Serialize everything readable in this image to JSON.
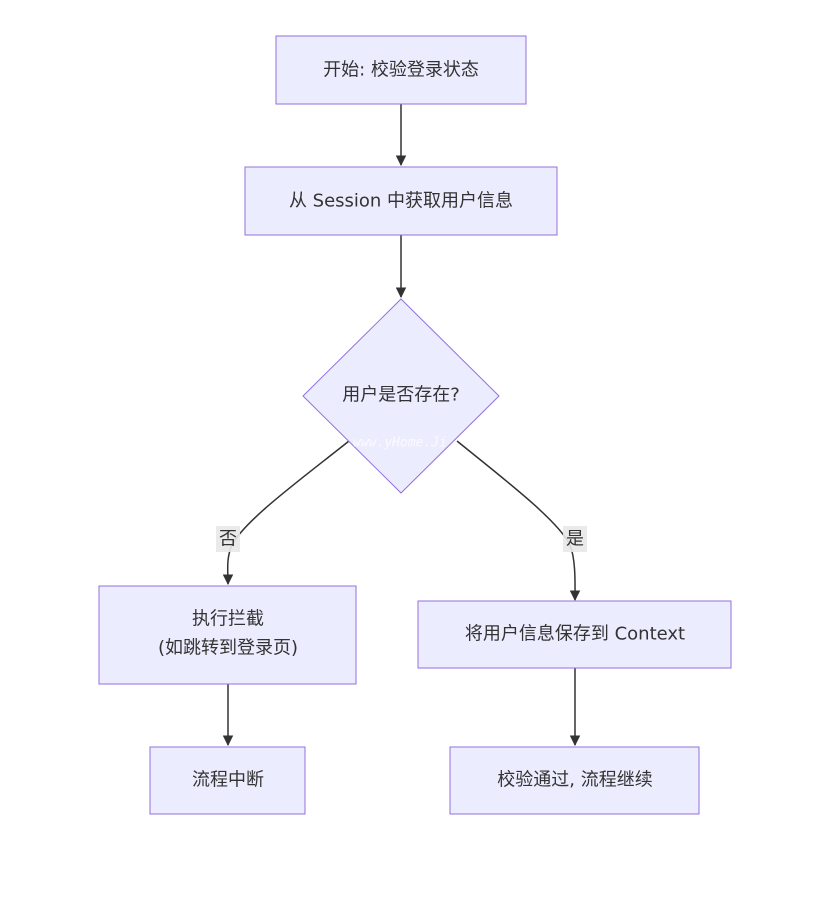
{
  "diagram": {
    "nodes": {
      "start": {
        "text": "开始: 校验登录状态"
      },
      "get_user": {
        "text": "从 Session 中获取用户信息"
      },
      "decision": {
        "text": "用户是否存在?"
      },
      "intercept": {
        "line1": "执行拦截",
        "line2": "(如跳转到登录页)"
      },
      "save_context": {
        "text": "将用户信息保存到 Context"
      },
      "flow_stop": {
        "text": "流程中断"
      },
      "pass": {
        "text": "校验通过, 流程继续"
      }
    },
    "edges": {
      "no_label": "否",
      "yes_label": "是"
    },
    "watermark": "www.yHome.Ji"
  }
}
